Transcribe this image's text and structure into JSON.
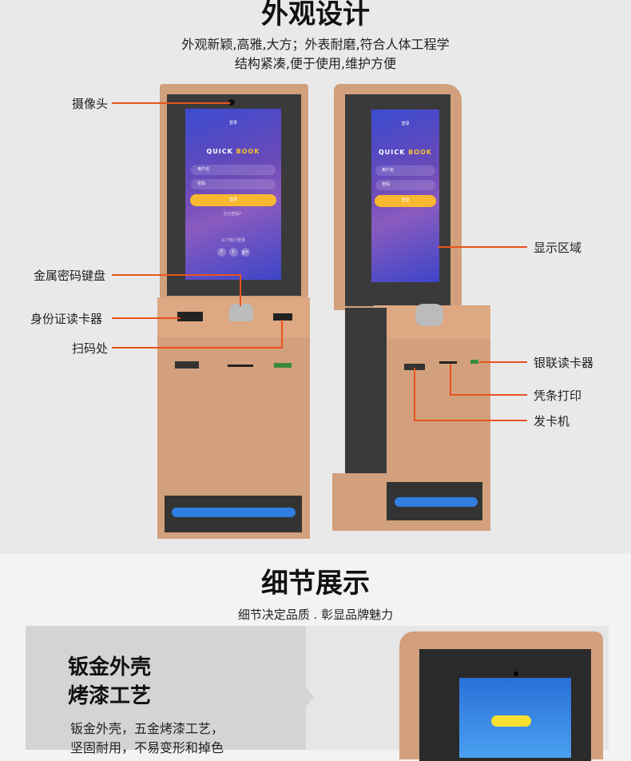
{
  "top": {
    "title": "外观设计",
    "subtitle_1": "外观新颖,高雅,大方；外表耐磨,符合人体工程学",
    "subtitle_2": "结构紧凑,便于使用,维护方便"
  },
  "labels": {
    "camera": "摄像头",
    "keypad": "金属密码键盘",
    "id_reader": "身份证读卡器",
    "scanner": "扫码处",
    "display": "显示区域",
    "unionpay": "银联读卡器",
    "receipt": "凭条打印",
    "card_issuer": "发卡机"
  },
  "screen": {
    "title": "登录",
    "logo_a": "QUICK",
    "logo_b": "BOOK",
    "username": "用户名",
    "password": "密码",
    "login": "登录",
    "forgot": "忘记密码？",
    "other": "以下账户登录",
    "social": [
      "f",
      "t",
      "g+"
    ]
  },
  "detail": {
    "title": "细节展示",
    "subtitle": "细节决定品质 . 彰显品牌魅力",
    "heading_1": "钣金外壳",
    "heading_2": "烤漆工艺",
    "body_1": "钣金外壳，五金烤漆工艺，",
    "body_2": "坚固耐用，不易变形和掉色"
  },
  "colors": {
    "accent": "#e8531f",
    "shell": "#d2a07c",
    "light": "#2f7ee0"
  }
}
